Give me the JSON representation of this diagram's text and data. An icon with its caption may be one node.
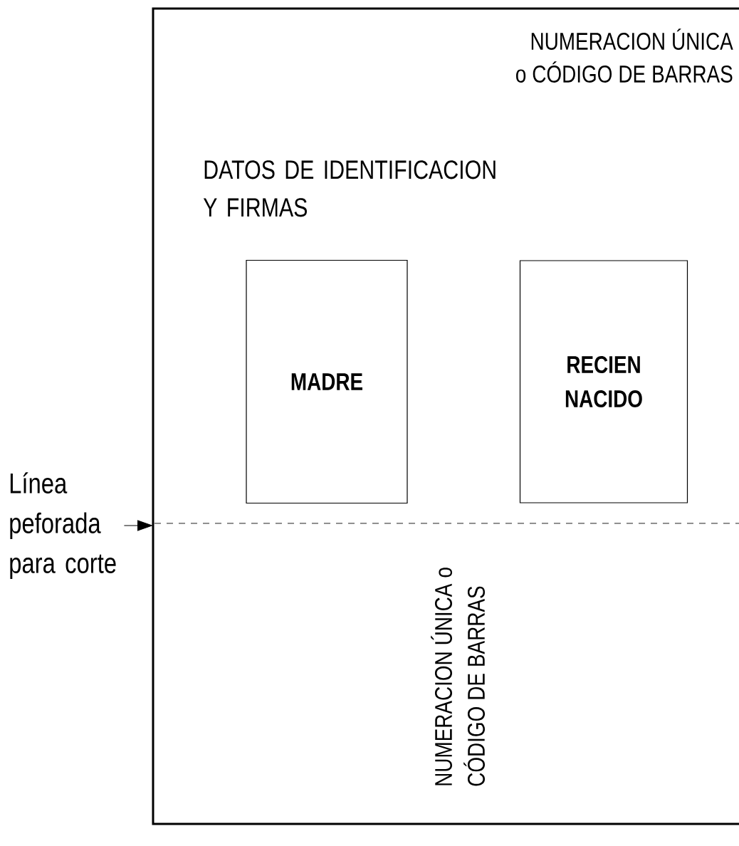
{
  "diagram": {
    "nodes": [
      {
        "text": [
          "NUMERACION ÚNICA o CÓDIGO DE BARRAS",
          "DATOS DE IDENTIFICACION Y FIRMAS",
          "NUMERACION ÚNICA o CÓDIGO DE BARRAS"
        ]
      },
      {
        "text": [
          "MADRE"
        ],
        "in": 0
      },
      {
        "text": [
          "RECIEN NACIDO"
        ],
        "in": 0
      },
      {
        "text": [
          "Línea peforada para corte"
        ]
      }
    ],
    "edges": [
      {
        "from": 3,
        "to": 0,
        "arrow": "to"
      }
    ]
  }
}
